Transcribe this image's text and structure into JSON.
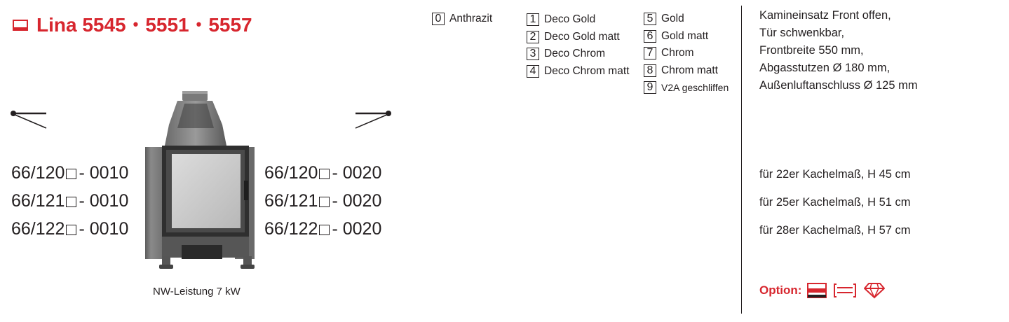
{
  "title": {
    "name": "Lina 5545",
    "model2": "5551",
    "model3": "5557",
    "separator": "•"
  },
  "codes_left": [
    "66/120",
    "66/121",
    "66/122"
  ],
  "codes_left_suffix": "- 0010",
  "codes_right": [
    "66/120",
    "66/121",
    "66/122"
  ],
  "codes_right_suffix": "- 0020",
  "caption": "NW-Leistung 7 kW",
  "finishes": [
    {
      "num": "0",
      "label": "Anthrazit"
    },
    {
      "num": "1",
      "label": "Deco Gold"
    },
    {
      "num": "2",
      "label": "Deco Gold matt"
    },
    {
      "num": "3",
      "label": "Deco Chrom"
    },
    {
      "num": "4",
      "label": "Deco Chrom matt"
    },
    {
      "num": "5",
      "label": "Gold"
    },
    {
      "num": "6",
      "label": "Gold matt"
    },
    {
      "num": "7",
      "label": "Chrom"
    },
    {
      "num": "8",
      "label": "Chrom matt"
    },
    {
      "num": "9",
      "label": "V2A geschliffen"
    }
  ],
  "description": [
    "Kamineinsatz Front offen,",
    "Tür schwenkbar,",
    "Frontbreite 550 mm,",
    "Abgasstutzen Ø 180 mm,",
    "Außenluftanschluss Ø 125 mm"
  ],
  "sizes": [
    "für 22er Kachelmaß, H 45 cm",
    "für 25er Kachelmaß, H 51 cm",
    "für 28er Kachelmaß, H 57 cm"
  ],
  "option_label": "Option:",
  "colors": {
    "accent": "#d7262e",
    "text": "#231f20"
  }
}
